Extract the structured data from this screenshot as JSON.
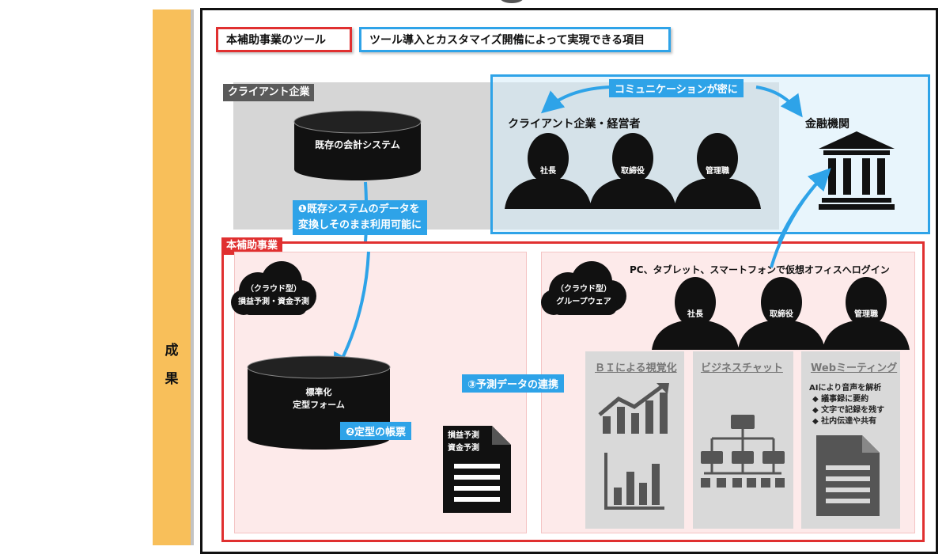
{
  "band": {
    "char1": "成",
    "char2": "果"
  },
  "legend": {
    "red_label": "本補助事業のツール",
    "blue_label": "ツール導入とカスタマイズ開備によって実現できる項目"
  },
  "client": {
    "tag": "クライアント企業",
    "db_label": "既存の会計システム",
    "managers_title": "クライアント企業・経営者",
    "people": [
      "社長",
      "取締役",
      "管理職"
    ]
  },
  "communication": {
    "label": "コミュニケーションが密に",
    "bank_label": "金融機関"
  },
  "flow": {
    "step1_line1": "❶既存システムのデータを",
    "step1_line2": "変換しそのまま利用可能に",
    "step2": "❷定型の帳票",
    "step3": "③予測データの連携"
  },
  "project": {
    "tag": "本補助事業",
    "cloud1_line1": "（クラウド型）",
    "cloud1_line2": "損益予測・資金予測",
    "cloud2_line1": "（クラウド型）",
    "cloud2_line2": "グループウェア",
    "db_line1": "標準化",
    "db_line2": "定型フォーム",
    "doc_line1": "損益予測",
    "doc_line2": "資金予測",
    "login_text": "PC、タブレット、スマートフォンで仮想オフィスへログイン",
    "people": [
      "社長",
      "取締役",
      "管理職"
    ]
  },
  "columns": {
    "bi_title": "ＢＩによる視覚化",
    "chat_title": "ビジネスチャット",
    "web_title": "Webミーティング",
    "web_lines": [
      "AIにより音声を解析",
      "◆ 議事録に要約",
      "◆ 文字で記録を残す",
      "◆ 社内伝達や共有"
    ]
  },
  "colors": {
    "band": "#f8bf5a",
    "red": "#e03030",
    "blue": "#2ea3e8",
    "pink": "#fdeaea",
    "gray": "#d9d9d9"
  },
  "icons": [
    "database-icon",
    "person-silhouette-icon",
    "bank-icon",
    "cloud-icon",
    "document-icon",
    "trend-chart-icon",
    "bar-chart-icon",
    "org-chart-icon"
  ]
}
